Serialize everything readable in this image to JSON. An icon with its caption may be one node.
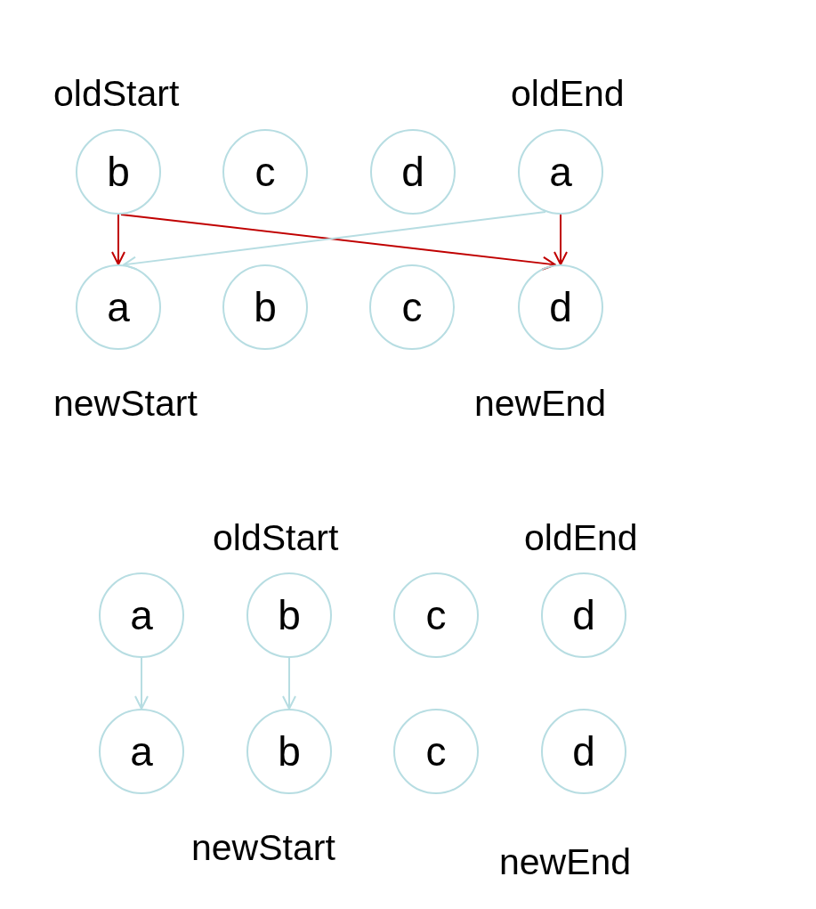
{
  "diagram": {
    "nodes": [
      {
        "text": [
          "b"
        ]
      },
      {
        "text": [
          "c"
        ]
      },
      {
        "text": [
          "d"
        ]
      },
      {
        "text": [
          "a"
        ]
      },
      {
        "text": [
          "a"
        ]
      },
      {
        "text": [
          "b"
        ]
      },
      {
        "text": [
          "c"
        ]
      },
      {
        "text": [
          "d"
        ]
      },
      {
        "text": [
          "a"
        ]
      },
      {
        "text": [
          "b"
        ]
      },
      {
        "text": [
          "c"
        ]
      },
      {
        "text": [
          "d"
        ]
      },
      {
        "text": [
          "a"
        ]
      },
      {
        "text": [
          "b"
        ]
      },
      {
        "text": [
          "c"
        ]
      },
      {
        "text": [
          "d"
        ]
      }
    ],
    "edges": [
      {
        "from": 0,
        "to": 4,
        "arrow": "to",
        "color": "#c00000"
      },
      {
        "from": 0,
        "to": 7,
        "arrow": "to",
        "color": "#c00000"
      },
      {
        "from": 3,
        "to": 7,
        "arrow": "to",
        "color": "#c00000"
      },
      {
        "from": 3,
        "to": 4,
        "arrow": "to",
        "color": "#b7dde2"
      },
      {
        "from": 8,
        "to": 12,
        "arrow": "to",
        "color": "#b7dde2"
      },
      {
        "from": 9,
        "to": 13,
        "arrow": "to",
        "color": "#b7dde2"
      }
    ],
    "labels": [
      "oldStart",
      "oldEnd",
      "newStart",
      "newEnd",
      "oldStart",
      "oldEnd",
      "newStart",
      "newEnd"
    ]
  }
}
